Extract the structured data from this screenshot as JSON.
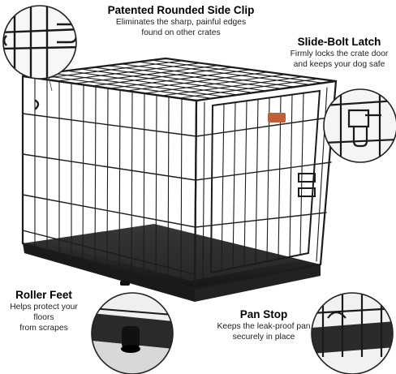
{
  "callouts": {
    "side_clip": {
      "title": "Patented Rounded Side Clip",
      "desc_line1": "Eliminates the sharp, painful edges",
      "desc_line2": "found on other crates"
    },
    "latch": {
      "title": "Slide-Bolt Latch",
      "desc_line1": "Firmly locks the crate door",
      "desc_line2": "and keeps your dog safe"
    },
    "roller": {
      "title": "Roller Feet",
      "desc_line1": "Helps protect your floors",
      "desc_line2": "from scrapes"
    },
    "pan": {
      "title": "Pan Stop",
      "desc_line1": "Keeps the leak-proof pan",
      "desc_line2": "securely in place"
    }
  },
  "colors": {
    "wire": "#1c1c1c",
    "pan": "#2a2a2a",
    "tag": "#c0603a",
    "background": "#ffffff"
  }
}
